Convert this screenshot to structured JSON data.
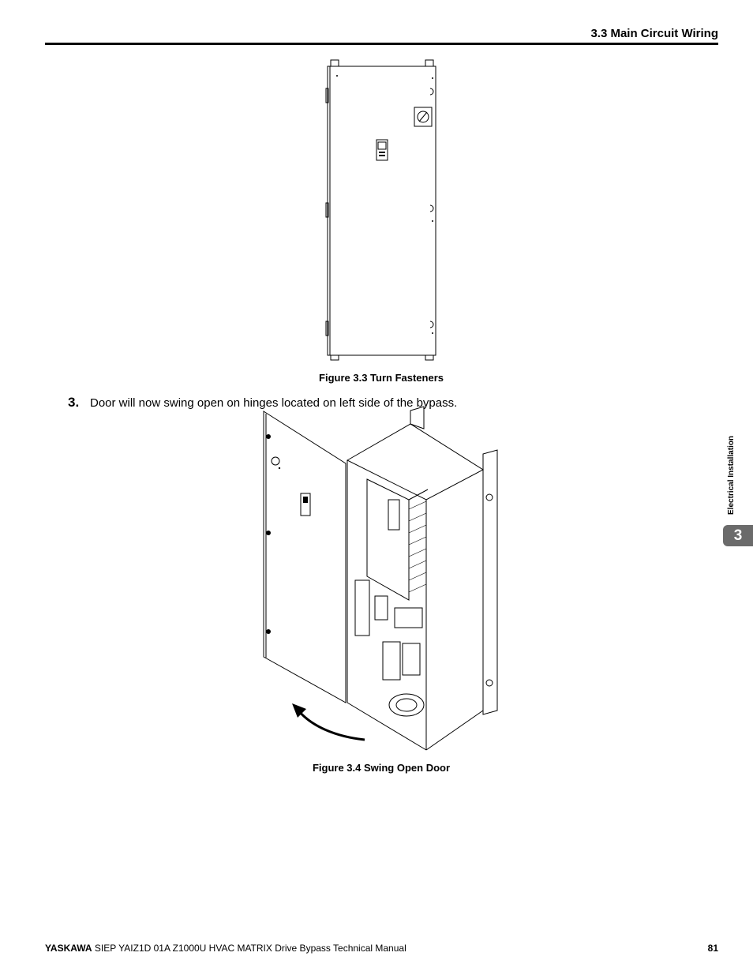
{
  "header": {
    "section_title": "3.3 Main Circuit Wiring"
  },
  "figures": {
    "fig1_caption": "Figure 3.3  Turn Fasteners",
    "fig2_caption": "Figure 3.4  Swing Open Door"
  },
  "step": {
    "number": "3.",
    "text": "Door will now swing open on hinges located on left side of the bypass."
  },
  "side_tab": {
    "label": "Electrical Installation",
    "chapter": "3"
  },
  "footer": {
    "brand": "YASKAWA",
    "manual": " SIEP YAIZ1D 01A Z1000U HVAC MATRIX Drive Bypass Technical Manual",
    "page": "81"
  }
}
